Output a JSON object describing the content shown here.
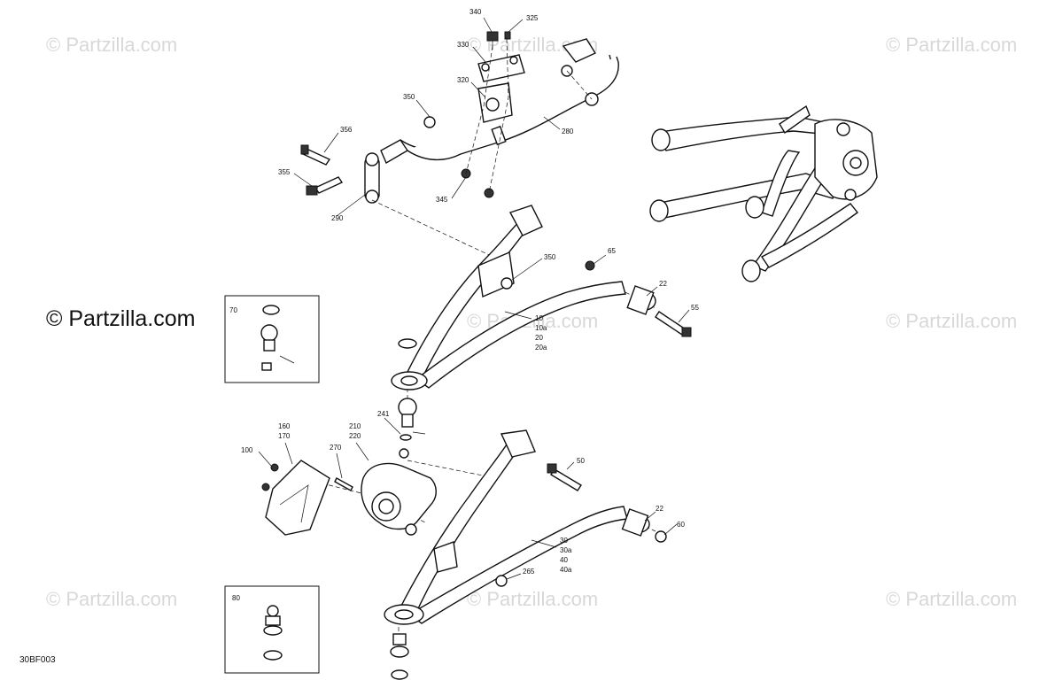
{
  "watermarks": {
    "main": "© Partzilla.com",
    "faint": "© Partzilla.com"
  },
  "diagram_code": "30BF003",
  "callouts": {
    "c340": "340",
    "c325": "325",
    "c330": "330",
    "c320": "320",
    "c350a": "350",
    "c280": "280",
    "c356": "356",
    "c355": "355",
    "c290": "290",
    "c345": "345",
    "c350b": "350",
    "c65": "65",
    "c22a": "22",
    "c55": "55",
    "c10": "10",
    "c10a": "10a",
    "c20": "20",
    "c20a": "20a",
    "c70": "70",
    "c241": "241",
    "c160": "160",
    "c170": "170",
    "c210": "210",
    "c220": "220",
    "c270": "270",
    "c100": "100",
    "c50": "50",
    "c22b": "22",
    "c60": "60",
    "c30": "30",
    "c30a": "30a",
    "c40": "40",
    "c40a": "40a",
    "c265": "265",
    "c80": "80"
  },
  "colors": {
    "ink": "#111111",
    "watermark": "#d8d8d8",
    "background": "#ffffff"
  }
}
